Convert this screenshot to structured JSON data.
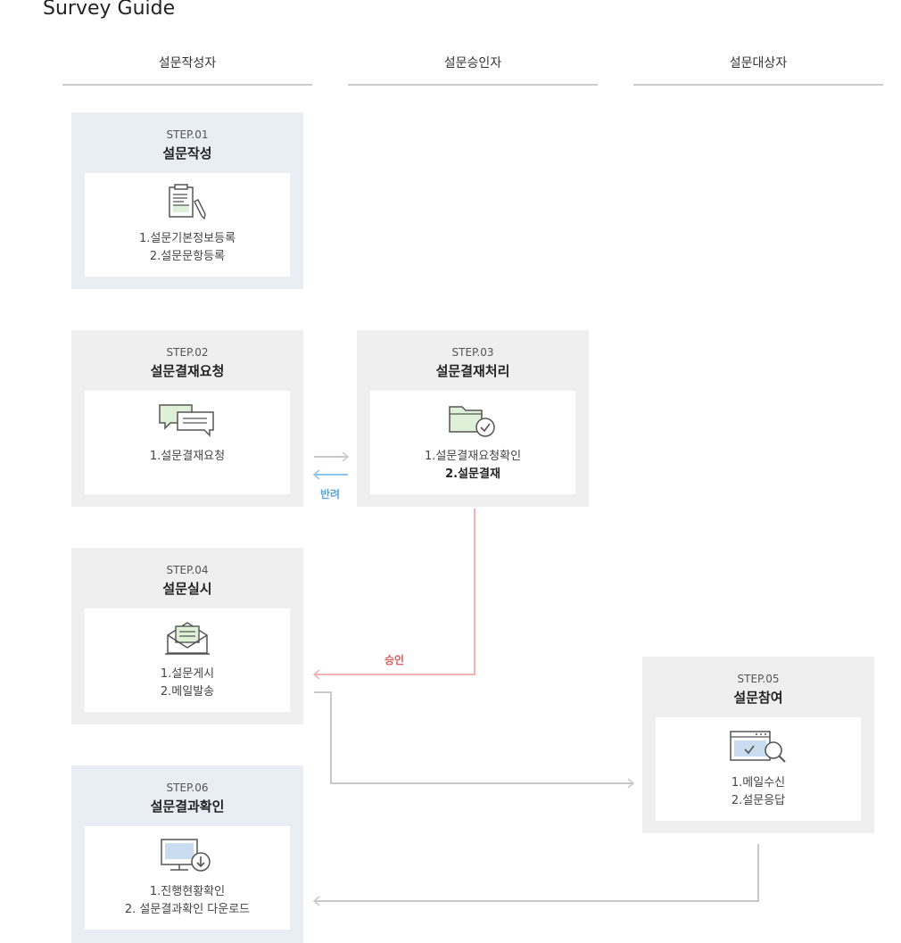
{
  "page": {
    "title": "Survey Guide"
  },
  "columns": [
    {
      "label": "설문작성자"
    },
    {
      "label": "설문승인자"
    },
    {
      "label": "설문대상자"
    }
  ],
  "steps": {
    "s1": {
      "label": "STEP.01",
      "title": "설문작성",
      "icon": "document-edit-icon",
      "lines": [
        "1.설문기본정보등록",
        "2.설문문항등록"
      ]
    },
    "s2": {
      "label": "STEP.02",
      "title": "설문결재요청",
      "icon": "chat-bubbles-icon",
      "lines": [
        "1.설문결재요청"
      ]
    },
    "s3": {
      "label": "STEP.03",
      "title": "설문결재처리",
      "icon": "folder-check-icon",
      "lines": [
        "1.설문결재요청확인",
        "2.설문결재"
      ]
    },
    "s4": {
      "label": "STEP.04",
      "title": "설문실시",
      "icon": "envelope-open-icon",
      "lines": [
        "1.설문게시",
        "2.메일발송"
      ]
    },
    "s5": {
      "label": "STEP.05",
      "title": "설문참여",
      "icon": "window-search-icon",
      "lines": [
        "1.메일수신",
        "2.설문응답"
      ]
    },
    "s6": {
      "label": "STEP.06",
      "title": "설문결과확인",
      "icon": "monitor-download-icon",
      "lines": [
        "1.진행현황확인",
        "2. 설문결과확인 다운로드"
      ]
    }
  },
  "arrows": {
    "reject_label": "반려",
    "approve_label": "승인"
  },
  "colors": {
    "step_blue_bg": "#e9eef5",
    "step_gray_bg": "#efefef",
    "reject_blue": "#5aa6dc",
    "approve_red": "#e05a5a",
    "flow_gray": "#c8c8c8",
    "icon_green": "#dff0d8",
    "icon_blue": "#c9dcf0"
  }
}
